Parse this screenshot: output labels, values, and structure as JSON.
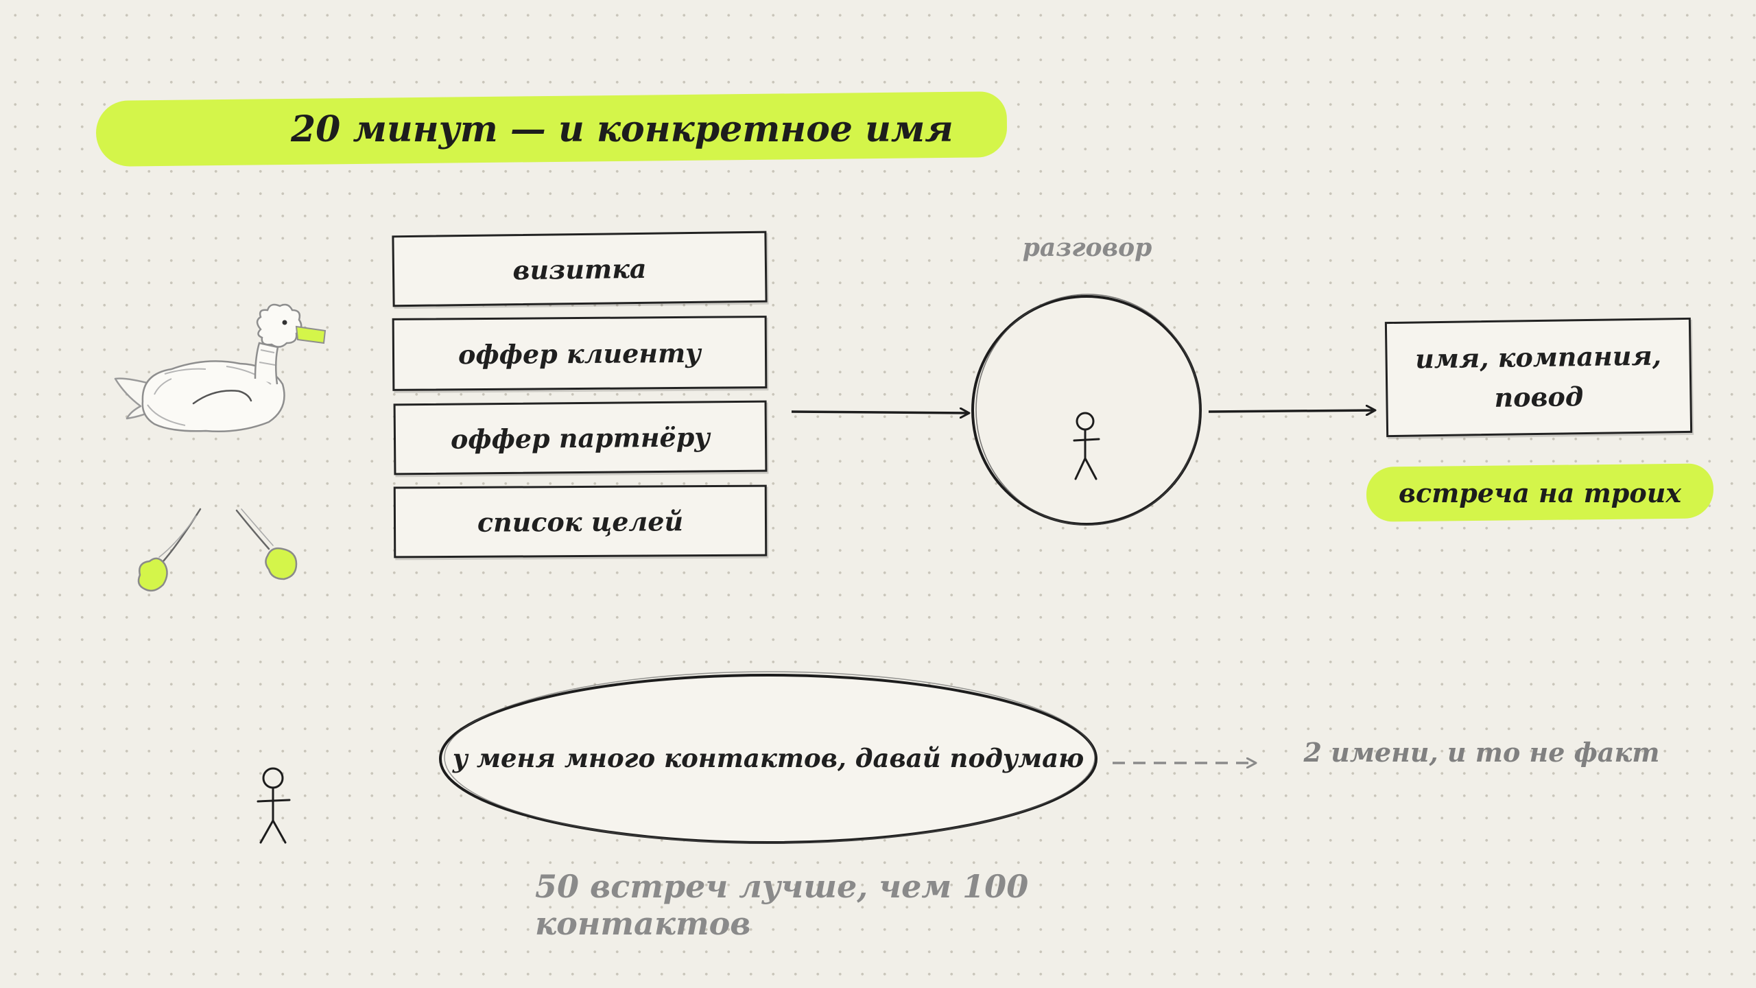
{
  "title": "20 минут — и конкретное имя",
  "stack": [
    {
      "label": "визитка"
    },
    {
      "label": "оффер клиенту"
    },
    {
      "label": "оффер партнёру"
    },
    {
      "label": "список целей"
    }
  ],
  "conversation_label": "разговор",
  "result": {
    "line1": "имя, компания,",
    "line2": "повод"
  },
  "meeting": "встреча на троих",
  "bad_path": {
    "quote": "у меня много контактов, давай подумаю",
    "outcome": "2 имени, и то не факт"
  },
  "footer": "50 встреч лучше, чем 100 контактов",
  "colors": {
    "highlight": "#d4f54a",
    "ink": "#1d1d1d",
    "muted": "#8a8a8a",
    "paper": "#f1efe8"
  }
}
